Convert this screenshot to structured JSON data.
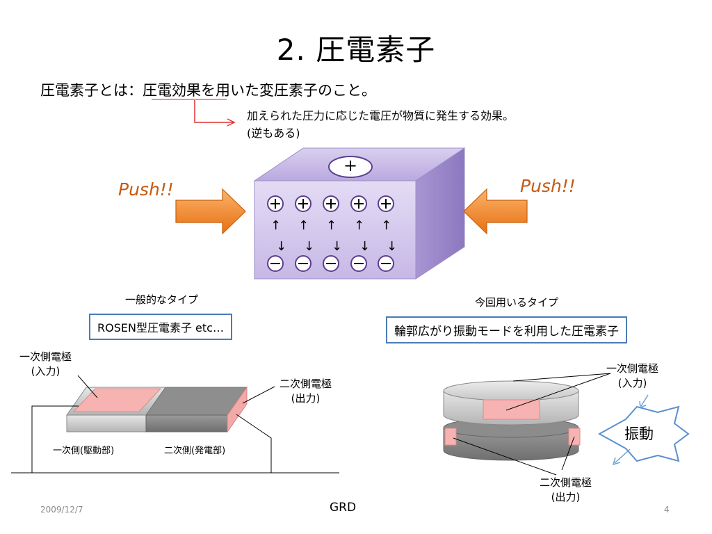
{
  "slide": {
    "title": "2. 圧電素子",
    "definition": "圧電素子とは：圧電効果を用いた変圧素子のこと。",
    "effect_note_line1": "加えられた圧力に応じた電圧が物質に発生する効果。",
    "effect_note_line2": "(逆もある)",
    "push_left": "Push!!",
    "push_right": "Push!!",
    "plus_symbol": "+",
    "charge_plus": "⊕",
    "charge_minus": "⊖",
    "left_caption": "一般的なタイプ",
    "left_box": "ROSEN型圧電素子 etc…",
    "right_caption": "今回用いるタイプ",
    "right_box": "輪郭広がり振動モードを利用した圧電素子",
    "left_primary_label_1": "一次側電極",
    "left_primary_label_2": "(入力)",
    "left_secondary_label_1": "二次側電極",
    "left_secondary_label_2": "(出力)",
    "drive_part": "一次側(駆動部)",
    "gen_part": "二次側(発電部)",
    "right_primary_label_1": "一次側電極",
    "right_primary_label_2": "(入力)",
    "vibration": "振動",
    "right_secondary_label_1": "二次側電極",
    "right_secondary_label_2": "(出力)",
    "date": "2009/12/7",
    "footer_center": "GRD",
    "page_number": "4"
  },
  "colors": {
    "arrow_orange": "#f0892d",
    "crystal_purple": "#d6cdee",
    "charge_stroke": "#5b3f8c",
    "callout_red": "#e03030",
    "box_border": "#4a7bb7",
    "electrode_pink": "#f7b2b2"
  }
}
